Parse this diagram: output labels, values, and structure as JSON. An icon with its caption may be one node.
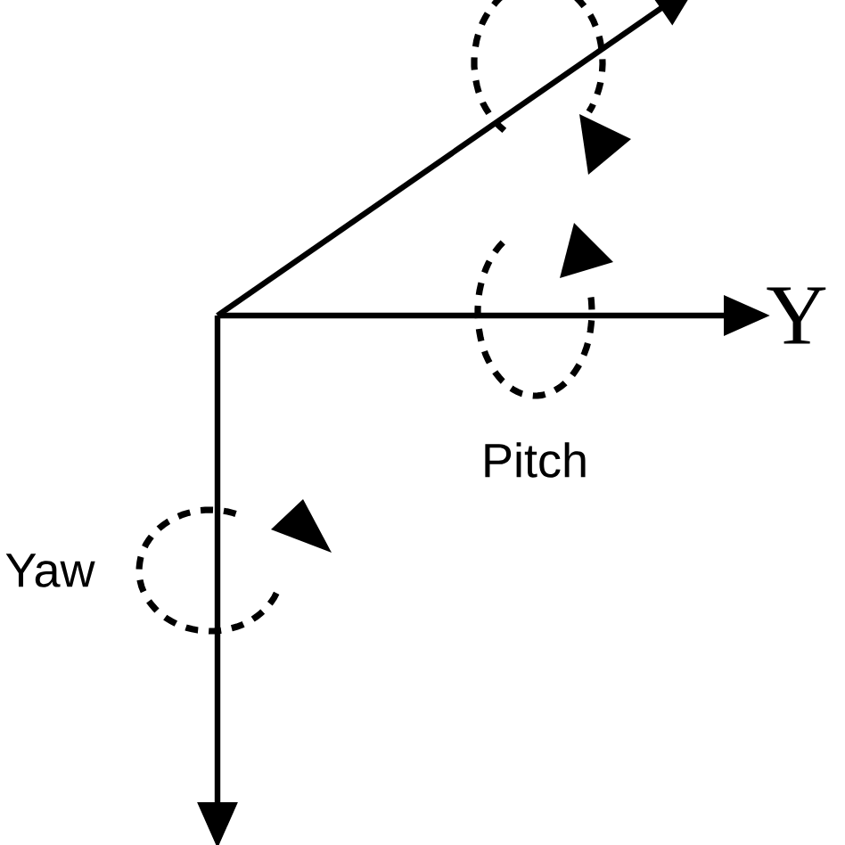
{
  "diagram": {
    "labels": [
      "Y",
      "Pitch",
      "Yaw"
    ]
  }
}
